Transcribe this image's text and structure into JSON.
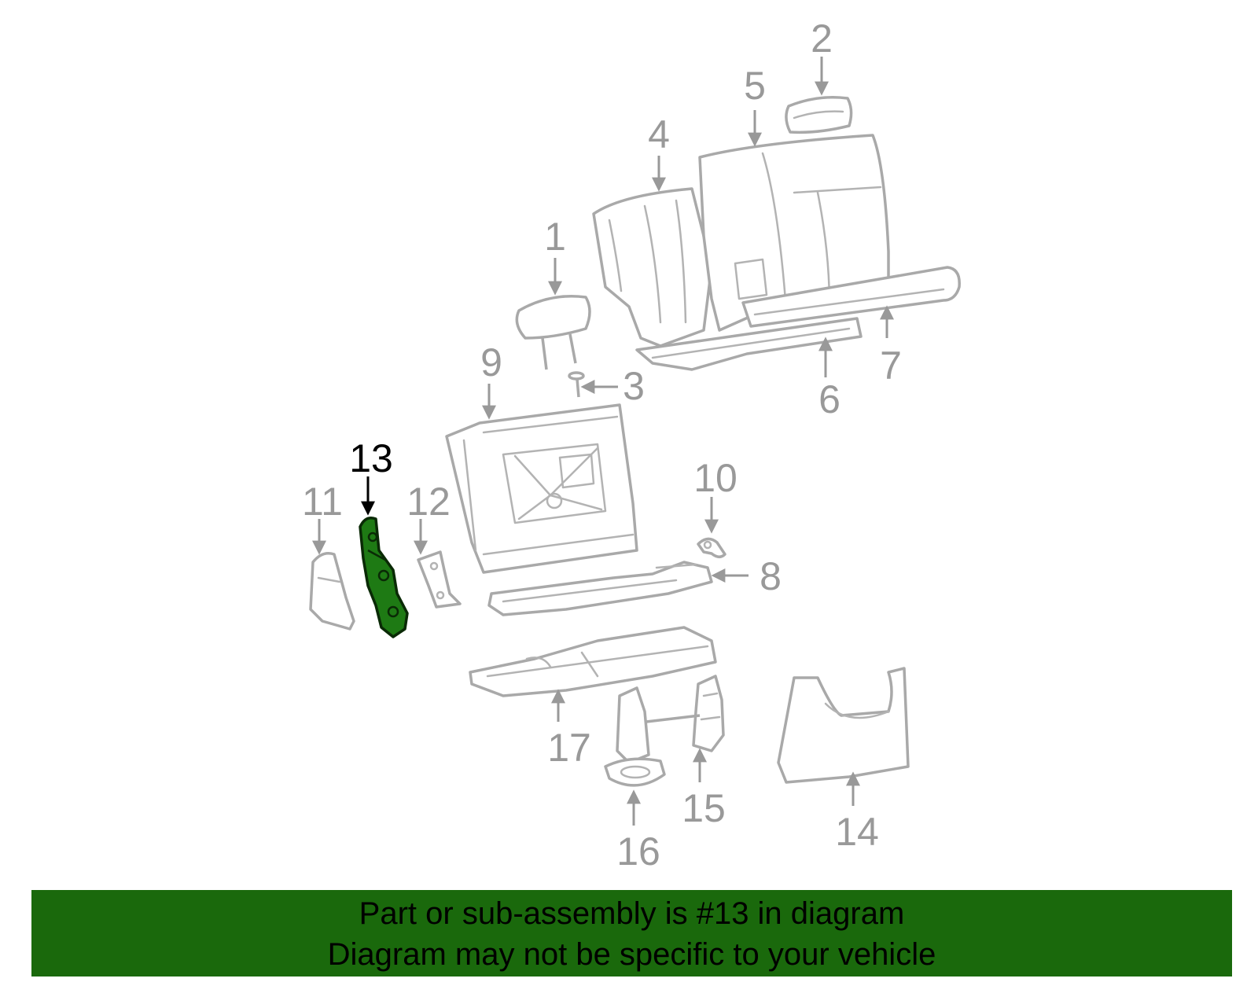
{
  "diagram": {
    "highlighted_part": "13",
    "callouts": [
      "1",
      "2",
      "3",
      "4",
      "5",
      "6",
      "7",
      "8",
      "9",
      "10",
      "11",
      "12",
      "13",
      "14",
      "15",
      "16",
      "17"
    ]
  },
  "banner": {
    "line1": "Part or sub-assembly is #13 in diagram",
    "line2": "Diagram may not be specific to your vehicle"
  },
  "colors": {
    "banner_bg": "#1a690c",
    "highlight_part": "#1e7a14",
    "line_gray": "#a9a9a9",
    "label_gray": "#999999"
  }
}
